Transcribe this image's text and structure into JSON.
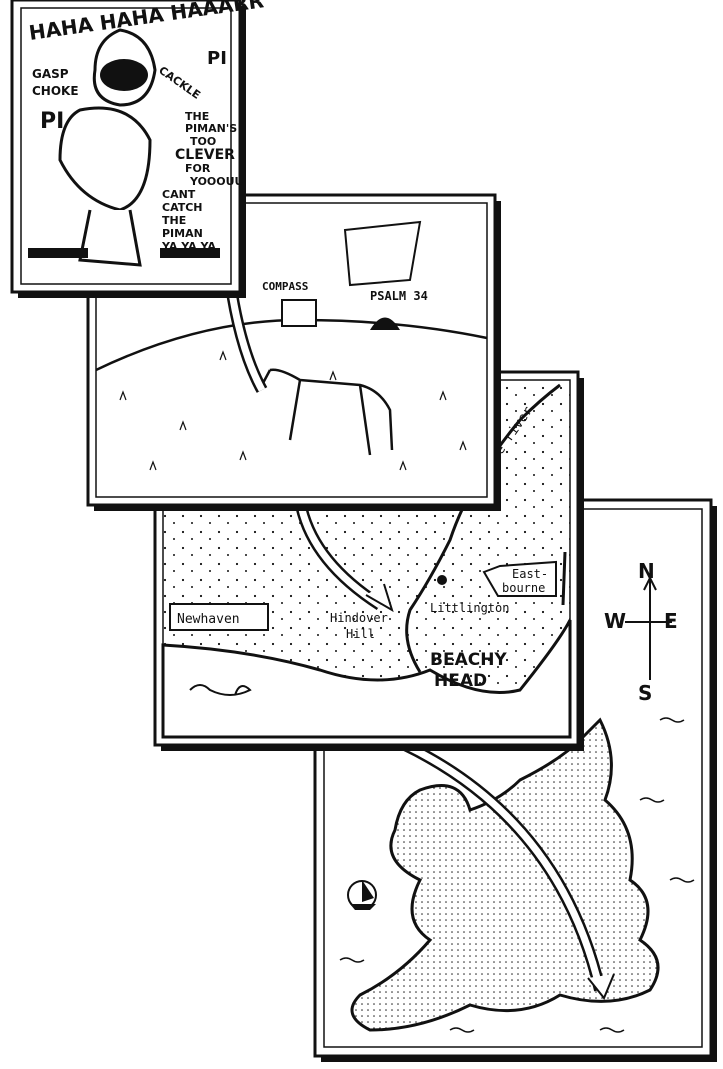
{
  "panel_piman": {
    "laugh": "HAHA HAHA HAAARR",
    "pi_top": "PI",
    "pi_sign": "PI",
    "gasp": "GASP",
    "choke": "CHOKE",
    "cackle": "CACKLE",
    "taunt_lines": [
      "THE",
      "PIMAN'S",
      "TOO",
      "CLEVER",
      "FOR",
      "YOOOUU"
    ],
    "catch_lines": [
      "CANT",
      "CATCH",
      "THE",
      "PIMAN",
      "YA YA YA"
    ]
  },
  "panel_hill": {
    "compass_label": "COMPASS",
    "psalm_label": "PSALM 34"
  },
  "panel_coast": {
    "river": "Cuckmere river",
    "eastbourne_1": "East-",
    "eastbourne_2": "bourne",
    "littlington": "Littlington",
    "newhaven": "Newhaven",
    "hindover_1": "Hindover",
    "hindover_2": "Hill",
    "beachy_1": "BEACHY",
    "beachy_2": "HEAD"
  },
  "panel_britain": {
    "compass": {
      "n": "N",
      "w": "W",
      "e": "E",
      "s": "S"
    }
  }
}
